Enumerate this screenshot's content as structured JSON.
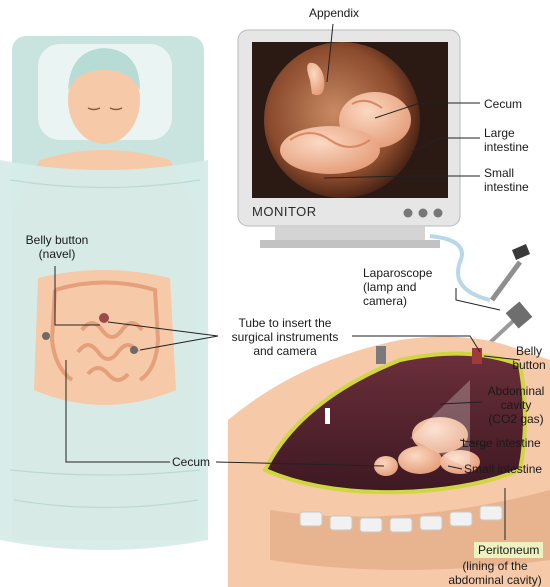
{
  "labels": {
    "appendix": "Appendix",
    "cecum_monitor": "Cecum",
    "large_intestine_monitor": [
      "Large",
      "intestine"
    ],
    "small_intestine_monitor": [
      "Small",
      "intestine"
    ],
    "monitor": "MONITOR",
    "belly_button_navel": [
      "Belly button",
      "(navel)"
    ],
    "laparoscope": [
      "Laparoscope",
      "(lamp and",
      "camera)"
    ],
    "tube": [
      "Tube to insert the",
      "surgical instruments",
      "and camera"
    ],
    "belly_button_right": [
      "Belly",
      "button"
    ],
    "abdominal_cavity": [
      "Abdominal",
      "cavity",
      "(CO2 gas)"
    ],
    "large_intestine_right": "Large intestine",
    "small_intestine_right": "Small intestine",
    "cecum_body": "Cecum",
    "peritoneum": "Peritoneum",
    "peritoneum_desc": [
      "(lining of the",
      "abdominal cavity)"
    ]
  },
  "colors": {
    "sheet": "#d6ece8",
    "skin": "#f6c9a8",
    "monitor_frame": "#e6e6e6",
    "organ": "#e8a07a",
    "peritoneum": "#cfd640",
    "leader": "#222222"
  }
}
